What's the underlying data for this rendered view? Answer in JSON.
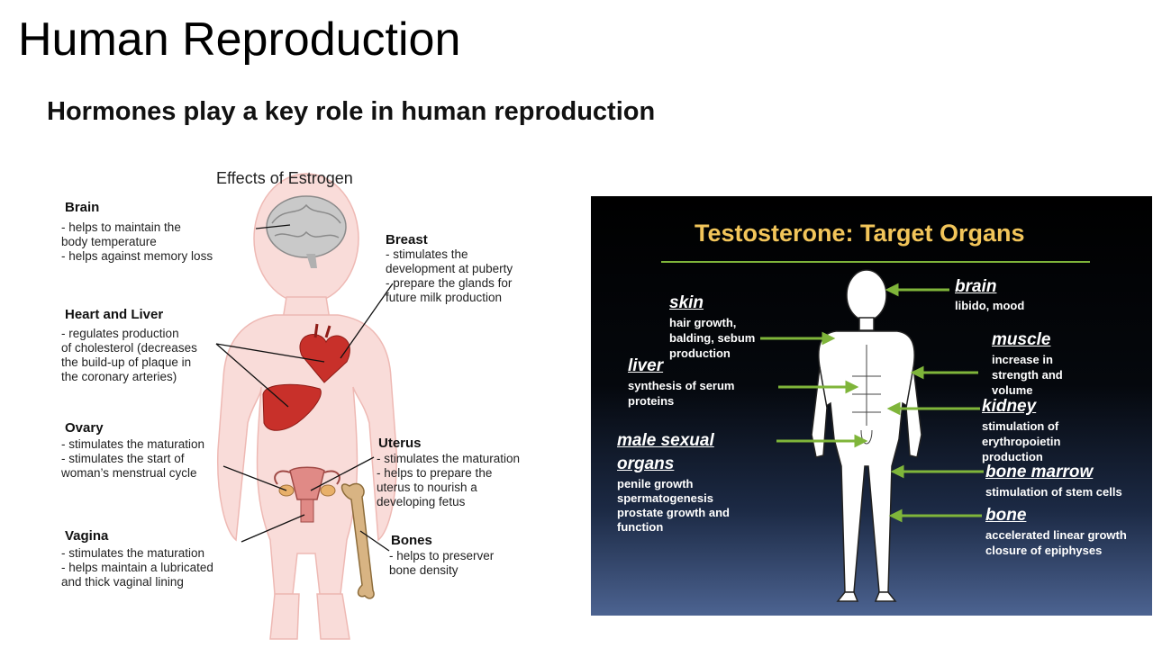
{
  "title": "Human Reproduction",
  "subtitle": "Hormones play a key role in human reproduction",
  "estrogen": {
    "title": "Effects of Estrogen",
    "brain": {
      "heading": "Brain",
      "lines": [
        "- helps to maintain the",
        "body temperature",
        "- helps against memory loss"
      ]
    },
    "breast": {
      "heading": "Breast",
      "lines": [
        "- stimulates the",
        "development at puberty",
        "- prepare the glands for",
        "future milk production"
      ]
    },
    "heart_liver": {
      "heading": "Heart and Liver",
      "lines": [
        "- regulates production",
        "of cholesterol (decreases",
        "the build-up of plaque in",
        "the coronary arteries)"
      ]
    },
    "ovary": {
      "heading": "Ovary",
      "lines": [
        "- stimulates the maturation",
        "- stimulates the start of",
        "woman’s menstrual cycle"
      ]
    },
    "uterus": {
      "heading": "Uterus",
      "lines": [
        "- stimulates the maturation",
        "- helps to prepare the",
        "uterus to nourish a",
        "developing fetus"
      ]
    },
    "vagina": {
      "heading": "Vagina",
      "lines": [
        "- stimulates the maturation",
        "- helps maintain a lubricated",
        "and thick vaginal lining"
      ]
    },
    "bones": {
      "heading": "Bones",
      "lines": [
        "- helps to preserver",
        "bone density"
      ]
    }
  },
  "testosterone": {
    "title": "Testosterone: Target Organs",
    "brain": {
      "heading": "brain",
      "lines": [
        "libido, mood"
      ]
    },
    "skin": {
      "heading": "skin",
      "lines": [
        "hair growth,",
        "balding, sebum",
        "production"
      ]
    },
    "muscle": {
      "heading": "muscle",
      "lines": [
        "increase in",
        "strength and",
        "volume"
      ]
    },
    "liver": {
      "heading": "liver",
      "lines": [
        "synthesis of serum",
        "proteins"
      ]
    },
    "kidney": {
      "heading": "kidney",
      "lines": [
        "stimulation of",
        "erythropoietin",
        "production"
      ]
    },
    "male_sexual_organs": {
      "heading1": "male sexual",
      "heading2": "organs",
      "lines": [
        "penile growth",
        "spermatogenesis",
        "prostate growth and",
        "function"
      ]
    },
    "bone_marrow": {
      "heading": "bone marrow",
      "lines": [
        "stimulation of stem cells"
      ]
    },
    "bone": {
      "heading": "bone",
      "lines": [
        "accelerated linear growth",
        "closure of epiphyses"
      ]
    }
  },
  "colors": {
    "accent_green": "#7fb53a",
    "title_gold": "#f2c55a",
    "body_pink": "#f7d3d0",
    "organ_red": "#c8302a"
  }
}
